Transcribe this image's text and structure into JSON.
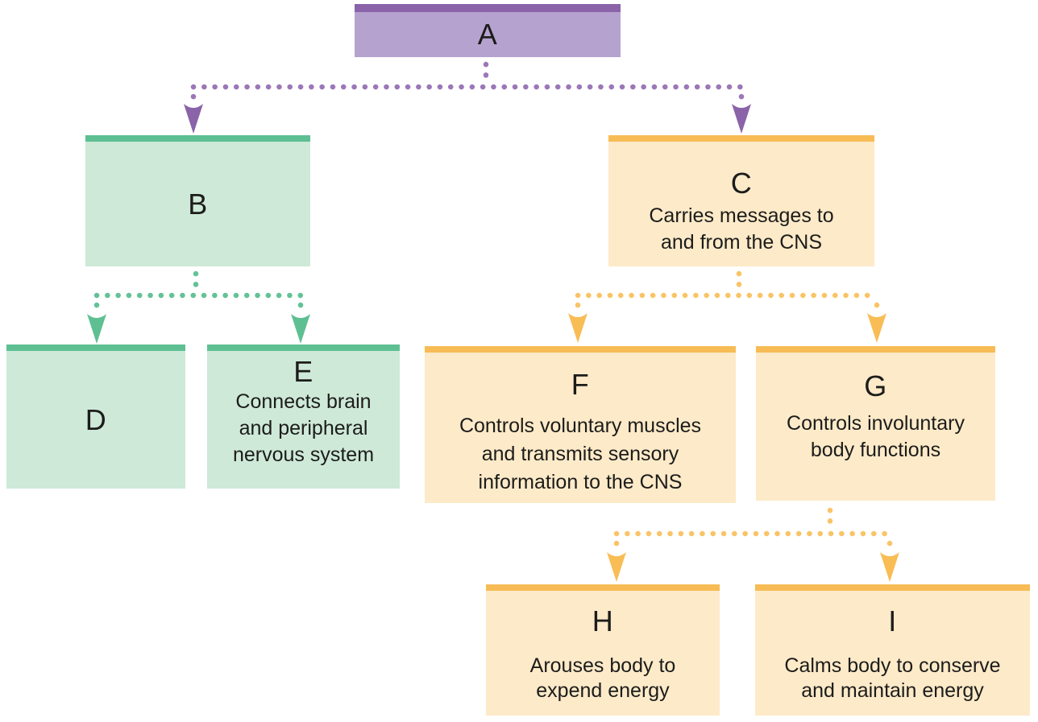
{
  "colors": {
    "purple_bar": "#8a63a8",
    "purple_fill": "#b6a2cf",
    "purple_dots": "#9c77b8",
    "green_bar": "#5ec092",
    "green_fill": "#cee9d8",
    "orange_bar": "#f7bc55",
    "orange_fill": "#fdeac9",
    "orange_dots": "#f9c467",
    "text": "#1c1c1a"
  },
  "nodes": {
    "a": {
      "label": "A"
    },
    "b": {
      "label": "B"
    },
    "c": {
      "label": "C",
      "desc": [
        "Carries messages to",
        "and from the CNS"
      ]
    },
    "d": {
      "label": "D"
    },
    "e": {
      "label": "E",
      "desc": [
        "Connects brain",
        "and peripheral",
        "nervous system"
      ]
    },
    "f": {
      "label": "F",
      "desc": [
        "Controls voluntary muscles",
        "and transmits sensory",
        "information to the CNS"
      ]
    },
    "g": {
      "label": "G",
      "desc": [
        "Controls involuntary",
        "body functions"
      ]
    },
    "h": {
      "label": "H",
      "desc": [
        "Arouses body to",
        "expend energy"
      ]
    },
    "i": {
      "label": "I",
      "desc": [
        "Calms body to conserve",
        "and maintain energy"
      ]
    }
  }
}
